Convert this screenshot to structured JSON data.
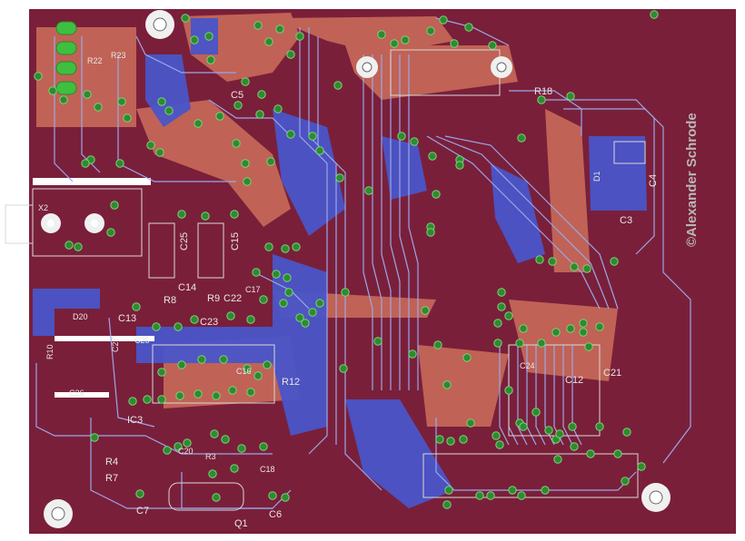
{
  "board": {
    "credit_text": "©Alexander Schrode",
    "colors": {
      "background": "#7a1f3a",
      "bottom_copper": "#4a55c8",
      "top_copper": "#c86a5a",
      "trace_line": "#9aa7e8",
      "via": "#2e8b2e",
      "outline": "#ffffff"
    }
  },
  "labels": [
    "R18",
    "R22",
    "R23",
    "C5",
    "C4",
    "C3",
    "D1",
    "C25",
    "C15",
    "C14",
    "R8",
    "R9",
    "C22",
    "C17",
    "C13",
    "C23",
    "D20",
    "R10",
    "C27",
    "C25",
    "C26",
    "C16",
    "R12",
    "IC3",
    "C20",
    "R4",
    "R7",
    "R3",
    "C18",
    "C7",
    "Q1",
    "C6",
    "C24",
    "C12",
    "C21",
    "X2"
  ]
}
